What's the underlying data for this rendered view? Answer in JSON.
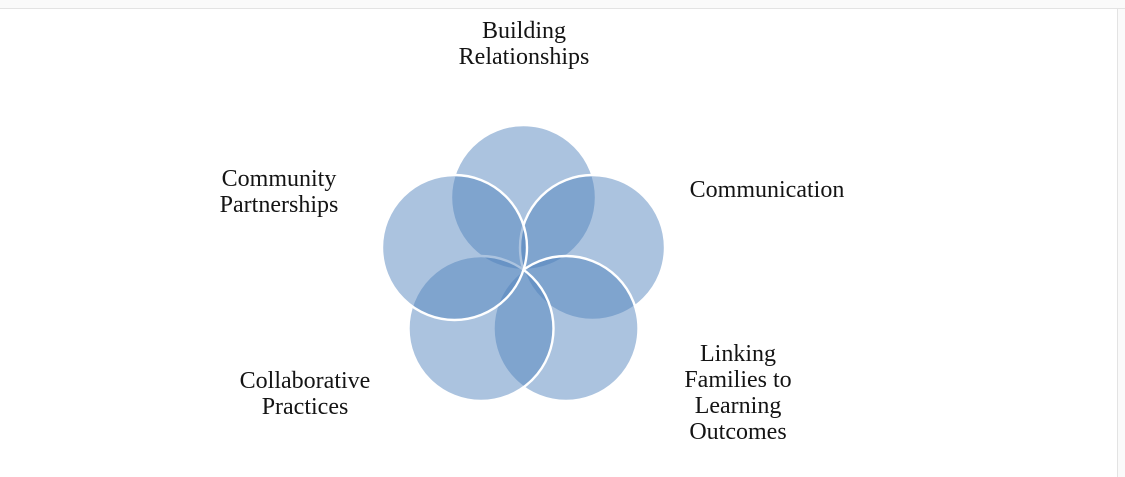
{
  "page": {
    "background_color": "#ffffff",
    "edge_line_color": "#e3e3e3",
    "edge_strip_color": "#fafafa"
  },
  "diagram": {
    "type": "venn",
    "style": "smartart-basic-venn",
    "node_count": 5,
    "circle_fill": "rgba(79, 129, 189, 0.48)",
    "circle_stroke_color": "#ffffff",
    "text_color": "#141414",
    "nodes": [
      {
        "id": "building-relationships",
        "label": "Building\nRelationships",
        "position": "top"
      },
      {
        "id": "communication",
        "label": "Communication",
        "position": "right"
      },
      {
        "id": "linking-families-to-learning-outcomes",
        "label": "Linking\nFamilies to\nLearning\nOutcomes",
        "position": "bottom-right"
      },
      {
        "id": "collaborative-practices",
        "label": "Collaborative\nPractices",
        "position": "bottom-left"
      },
      {
        "id": "community-partnerships",
        "label": "Community\nPartnerships",
        "position": "left"
      }
    ]
  }
}
